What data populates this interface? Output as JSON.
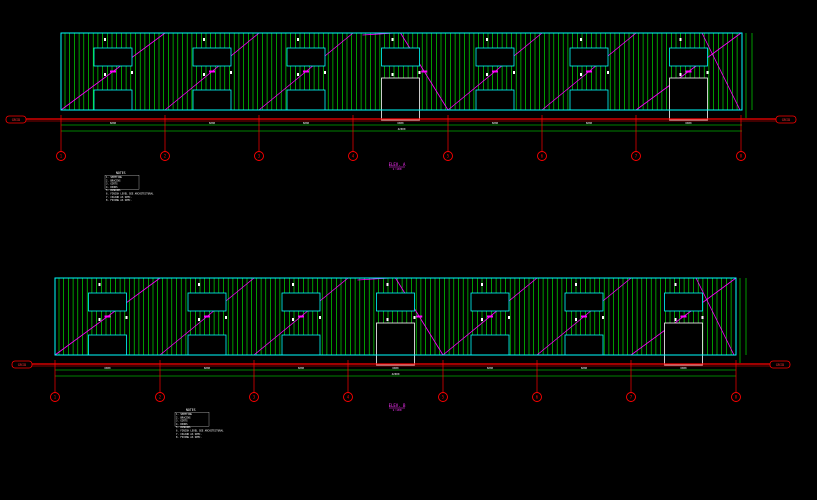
{
  "colors": {
    "background": "#000000",
    "wall_outline": "#00ffff",
    "sheeting": "#00ff00",
    "bracing": "#ff00ff",
    "grid_line": "#ff0000",
    "dimension": "#00ff00",
    "text_white": "#ffffff",
    "label_magenta": "#ff33ff"
  },
  "elevations": [
    {
      "id": "elevation-top",
      "grid_bubbles": [
        "1",
        "2",
        "3",
        "4",
        "5",
        "6",
        "7",
        "8"
      ],
      "bay_dims": [
        "6000",
        "6000",
        "6000",
        "6000",
        "6000",
        "6000",
        "6000"
      ],
      "overall_dim": "42000",
      "title": "ELEV. A",
      "scale": "1:100",
      "notes": {
        "heading": "NOTES",
        "lines": [
          "1. SHEETING",
          "2. BRACING",
          "3. GIRTS",
          "4. DOORS",
          "5. WINDOWS",
          "6. FINISH LEVEL SEE ARCHITECTURAL",
          "7. COLOUR AS SPEC.",
          "8. FIXING AS SPEC."
        ]
      }
    },
    {
      "id": "elevation-bottom",
      "grid_bubbles": [
        "1",
        "2",
        "3",
        "4",
        "5",
        "6",
        "7",
        "8"
      ],
      "bay_dims": [
        "6000",
        "6000",
        "6000",
        "6000",
        "6000",
        "6000",
        "6000"
      ],
      "overall_dim": "42000",
      "title": "ELEV. B",
      "scale": "1:100",
      "notes": {
        "heading": "NOTES",
        "lines": [
          "1. SHEETING",
          "2. BRACING",
          "3. GIRTS",
          "4. DOORS",
          "5. WINDOWS",
          "6. FINISH LEVEL SEE ARCHITECTURAL",
          "7. COLOUR AS SPEC.",
          "8. FIXING AS SPEC."
        ]
      }
    }
  ],
  "end_tags": {
    "left": "GRID",
    "right": "GRID"
  }
}
